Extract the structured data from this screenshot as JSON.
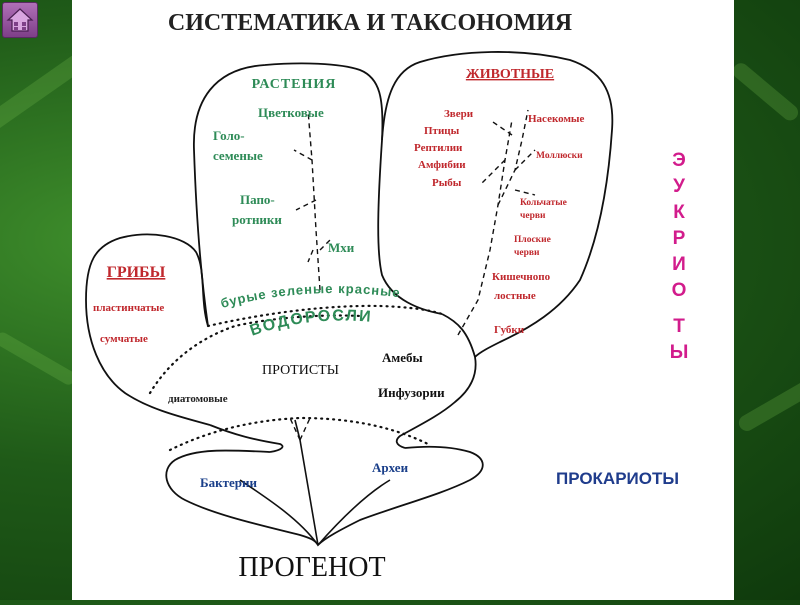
{
  "title": "СИСТЕМАТИКА И ТАКСОНОМИЯ",
  "colors": {
    "background": "#1f5a18",
    "plants": "#2e8b57",
    "animals": "#c0282d",
    "eukaryotes": "#d21c8c",
    "prokaryotes": "#1f3c8c",
    "home_button": "#8e4a99"
  },
  "home_icon": "home-icon",
  "plants": {
    "heading": "РАСТЕНИЯ",
    "items": [
      "Цветковые",
      "Голо-",
      "семеные",
      "Папо-",
      "ротники",
      "Мхи"
    ]
  },
  "animals": {
    "heading": "ЖИВОТНЫЕ",
    "left_items": [
      "Звери",
      "Птицы",
      "Рептилии",
      "Амфибии",
      "Рыбы"
    ],
    "right_items": [
      "Насекомые",
      "Моллюски",
      "Кольчатые",
      "черви",
      "Плоские",
      "черви",
      "Кишечнопо",
      "лостные",
      "Губки"
    ]
  },
  "fungi": {
    "heading": "ГРИБЫ",
    "items": [
      "пластинчатые",
      "сумчатые"
    ]
  },
  "algae": {
    "colors_line": "бурые зеленые красные",
    "heading": "ВОДОРОСЛИ"
  },
  "protists": {
    "heading": "ПРОТИСТЫ",
    "items": [
      "Амебы",
      "Инфузории",
      "диатомовые"
    ]
  },
  "prokaryotes": {
    "items": [
      "Бактерии",
      "Археи"
    ],
    "label": "ПРОКАРИОТЫ"
  },
  "eukaryotes_letters": [
    "Э",
    "У",
    "К",
    "Р",
    "И",
    "О",
    "Т",
    "Ы"
  ],
  "root": "ПРОГЕНОТ"
}
